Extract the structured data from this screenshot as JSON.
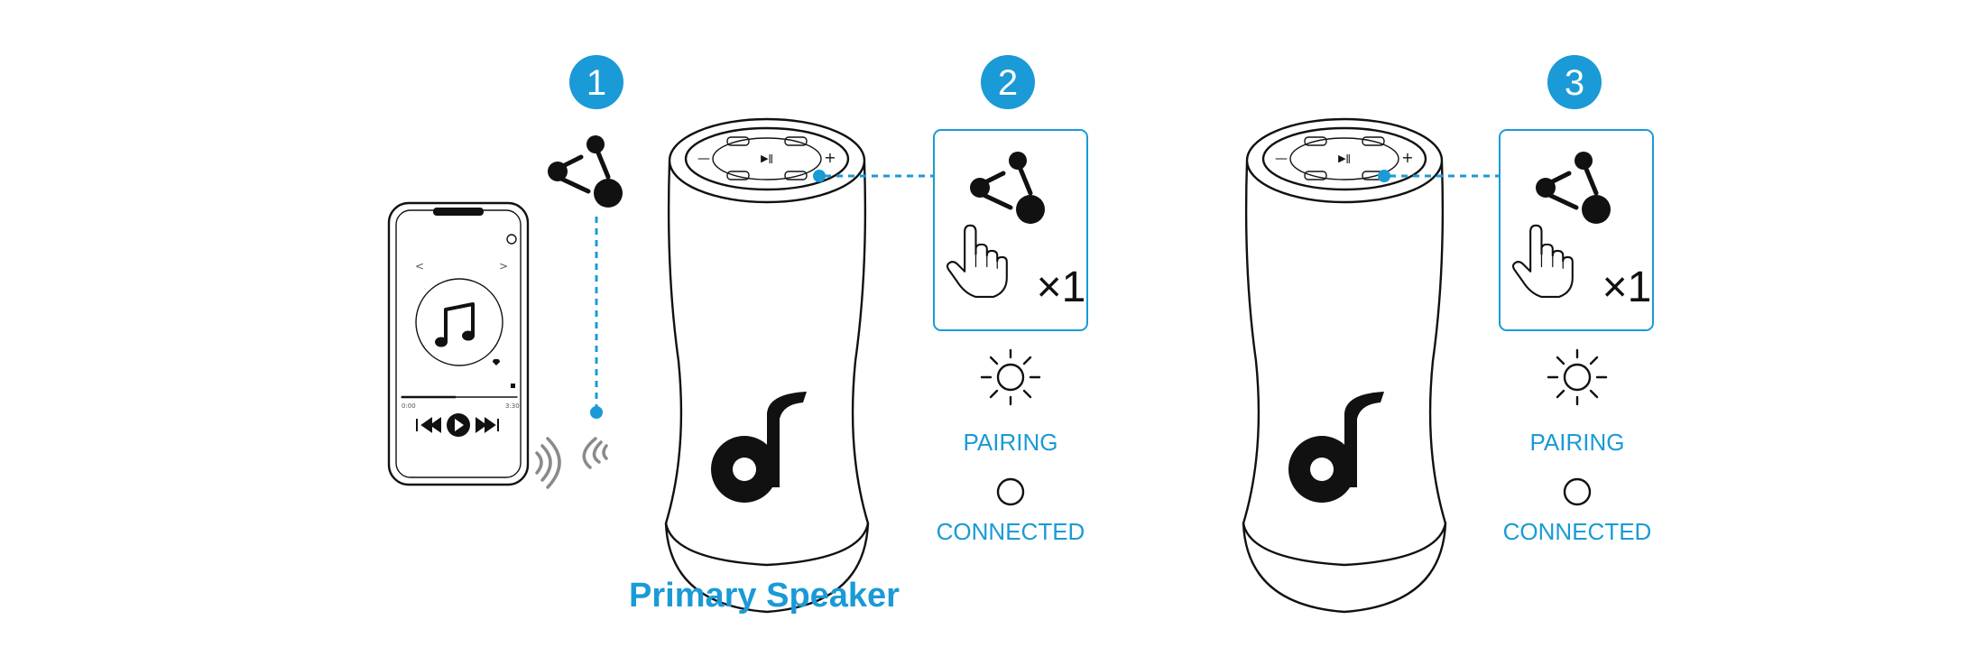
{
  "colors": {
    "accent": "#1a9ad6",
    "ink": "#111111",
    "wave": "#8a8a8a"
  },
  "steps": [
    {
      "number": "1"
    },
    {
      "number": "2"
    },
    {
      "number": "3"
    }
  ],
  "press_count": "×1",
  "led_labels": {
    "pairing": "PAIRING",
    "connected": "CONNECTED"
  },
  "primary_speaker_label": "Primary Speaker",
  "icons": {
    "share": "share-icon",
    "finger": "finger-press-icon",
    "phone": "smartphone-icon",
    "music": "music-note-icon",
    "wireless": "wireless-signal-icon",
    "led_blinking": "led-blinking-icon",
    "led_solid": "led-solid-icon",
    "logo": "brand-logo-icon"
  }
}
